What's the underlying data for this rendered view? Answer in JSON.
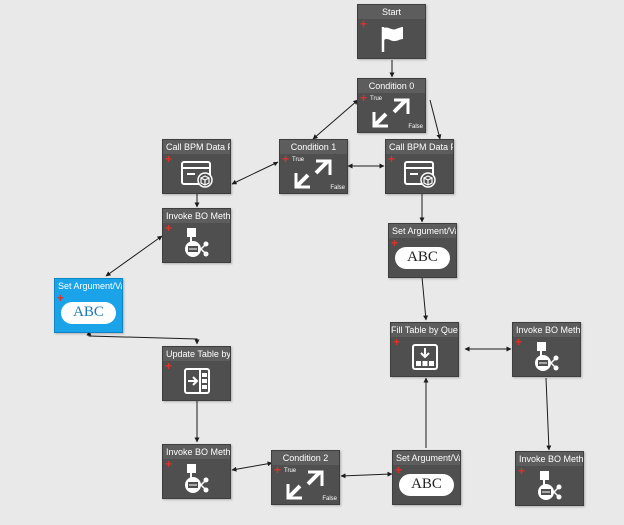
{
  "workflow": {
    "nodes": {
      "start": {
        "title": "Start",
        "icon": "flag-icon"
      },
      "condition_0": {
        "title": "Condition 0",
        "icon": "branch-arrows-icon",
        "true_label": "True",
        "false_label": "False"
      },
      "condition_1": {
        "title": "Condition 1",
        "icon": "branch-arrows-icon",
        "true_label": "True",
        "false_label": "False"
      },
      "condition_2": {
        "title": "Condition 2",
        "icon": "branch-arrows-icon",
        "true_label": "True",
        "false_label": "False"
      },
      "call_bpm_1": {
        "title": "Call BPM Data Forr",
        "icon": "form-cube-icon"
      },
      "call_bpm_2": {
        "title": "Call BPM Data Forr",
        "icon": "form-cube-icon"
      },
      "invoke_bo_1": {
        "title": "Invoke BO Method",
        "icon": "business-object-icon"
      },
      "invoke_bo_2": {
        "title": "Invoke BO Method",
        "icon": "business-object-icon"
      },
      "invoke_bo_3": {
        "title": "Invoke BO Method",
        "icon": "business-object-icon"
      },
      "invoke_bo_4": {
        "title": "Invoke BO Method",
        "icon": "business-object-icon"
      },
      "set_arg_1": {
        "title": "Set Argument/Vari",
        "icon_text": "ABC"
      },
      "set_arg_2": {
        "title": "Set Argument/Vari",
        "icon_text": "ABC"
      },
      "set_arg_3": {
        "title": "Set Argument/Vari",
        "icon_text": "ABC"
      },
      "update_table": {
        "title": "Update Table by Q",
        "icon": "update-table-icon"
      },
      "fill_table": {
        "title": "Fill Table by Query",
        "icon": "fill-table-icon"
      }
    },
    "add_symbol": "+",
    "colors": {
      "canvas": "#e9e9e9",
      "node": "#4f4f4f",
      "node_selected": "#1aa3e8",
      "connector": "#1c1c1c",
      "add_symbol": "#e0302a"
    }
  }
}
